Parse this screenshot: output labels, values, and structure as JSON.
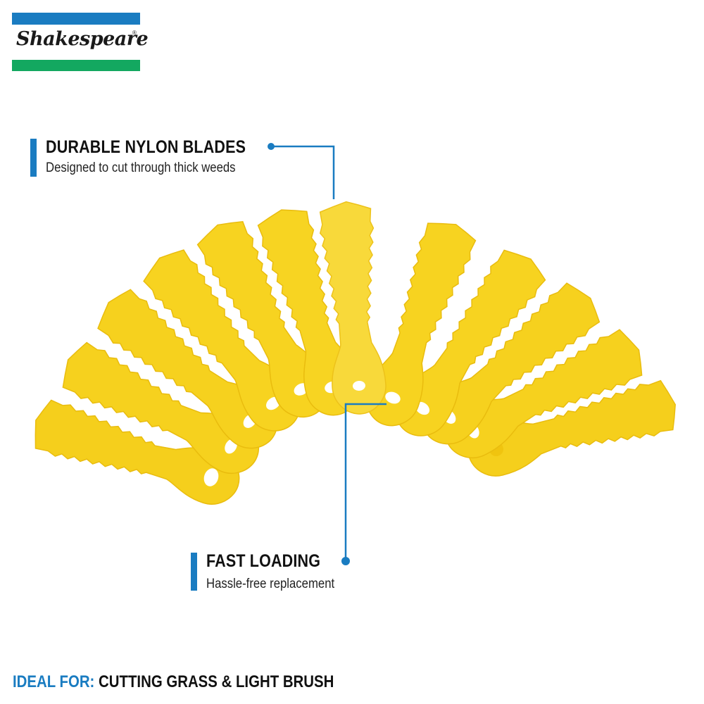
{
  "brand": {
    "name": "Shakespeare",
    "registered_mark": "®",
    "colors": {
      "top_bar": "#1a7cc1",
      "bottom_bar": "#13a860",
      "accent": "#1a7cc1"
    }
  },
  "product": {
    "description": "Yellow serrated nylon trimmer blades fanned in a semicircle",
    "blade_color": "#f7d21e",
    "blade_count": 12
  },
  "callouts": [
    {
      "title": "DURABLE NYLON BLADES",
      "subtitle": "Designed to cut through thick weeds"
    },
    {
      "title": "FAST LOADING",
      "subtitle": "Hassle-free replacement"
    }
  ],
  "footer": {
    "label": "IDEAL FOR:",
    "value": "CUTTING GRASS & LIGHT BRUSH"
  }
}
